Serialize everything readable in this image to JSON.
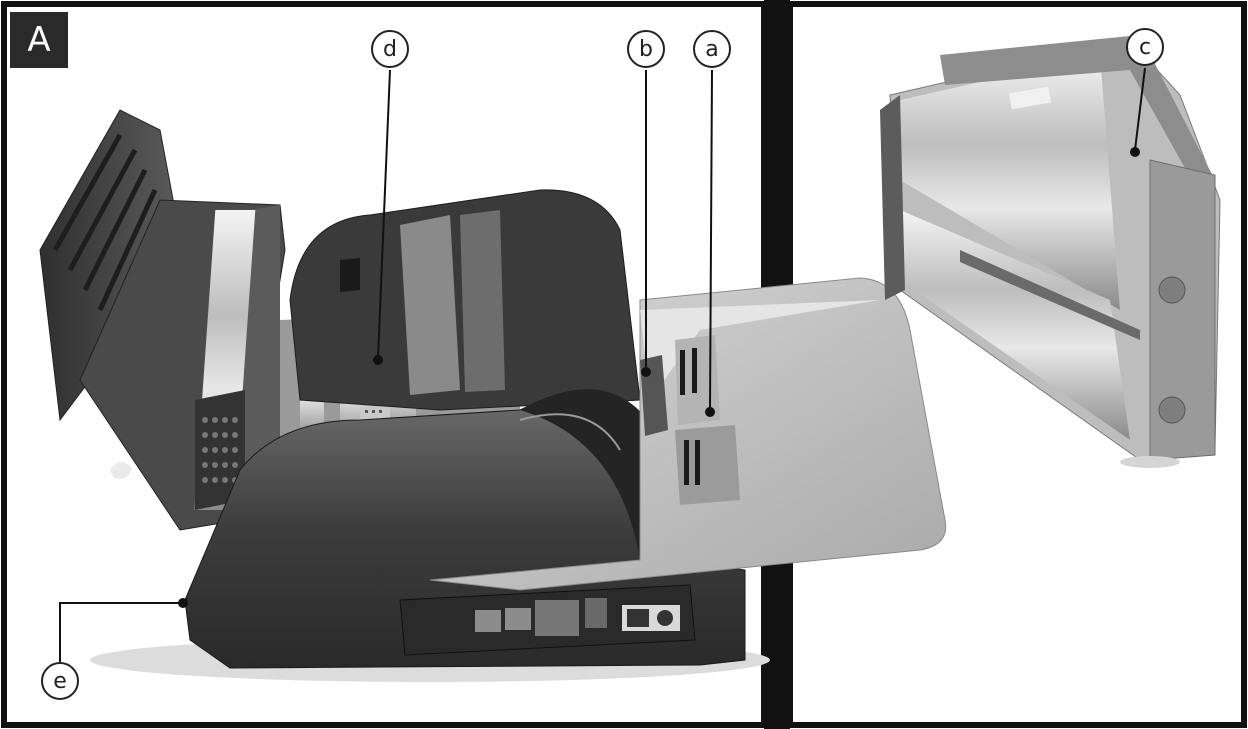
{
  "figure": {
    "panel_label": "A",
    "callouts": {
      "a": "a",
      "b": "b",
      "c": "c",
      "d": "d",
      "e": "e"
    }
  }
}
